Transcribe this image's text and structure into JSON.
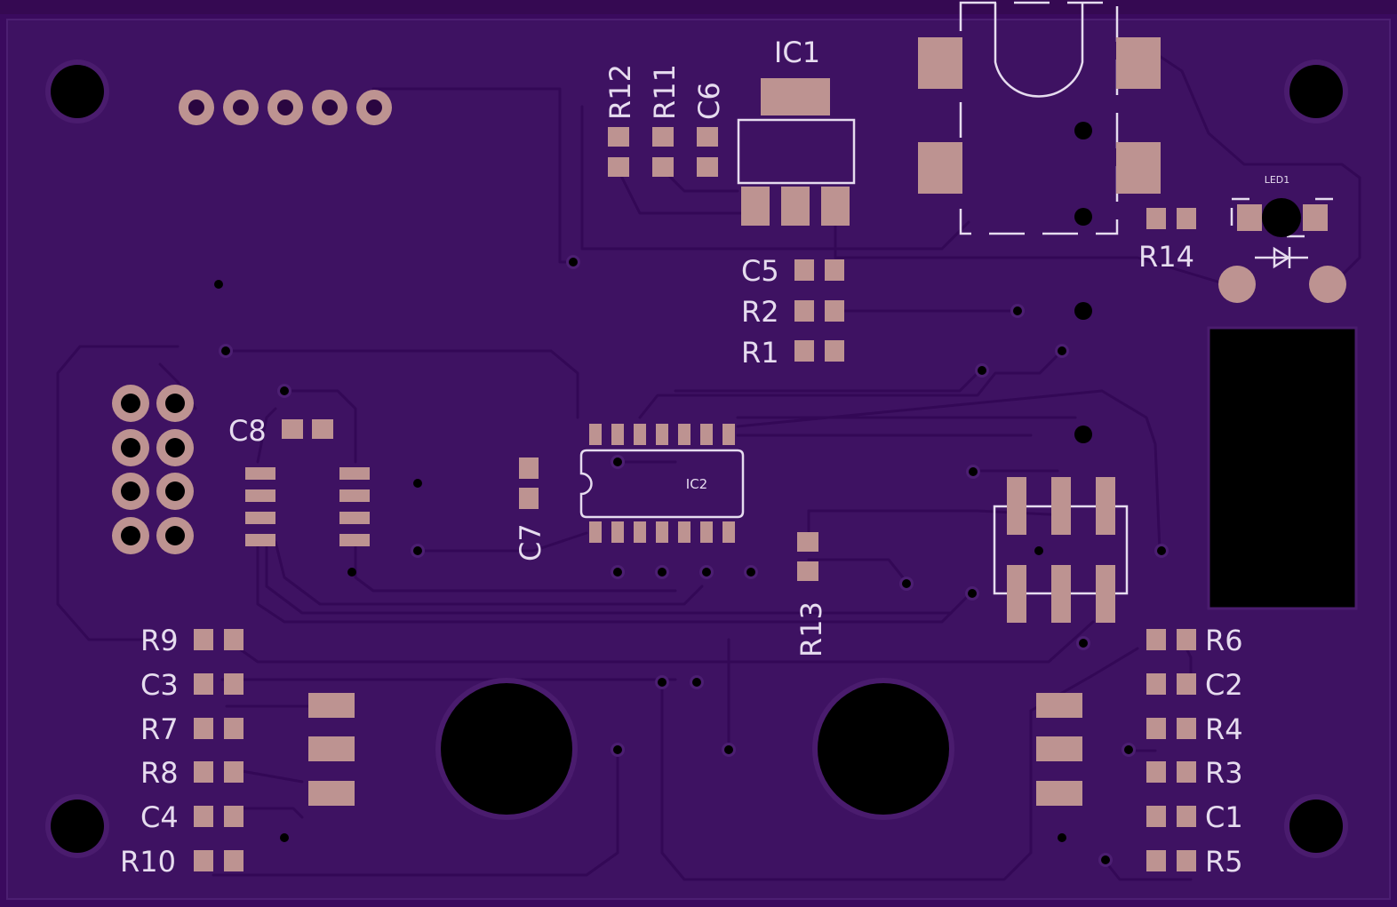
{
  "board": {
    "colors": {
      "background": "#3a0a5e",
      "board": "#3e1262",
      "trace": "#340957",
      "trace_edge": "#4c1f72",
      "pad": "#bd9391",
      "silkscreen": "#e6dcef",
      "hole": "#000000"
    },
    "ic_labels": {
      "ic1": "IC1",
      "ic2": "IC2",
      "led1": "LED1"
    },
    "labels": {
      "r12": "R12",
      "r11": "R11",
      "c6": "C6",
      "c5": "C5",
      "r2": "R2",
      "r1": "R1",
      "r14": "R14",
      "c8": "C8",
      "c7": "C7",
      "r13": "R13",
      "r9": "R9",
      "c3": "C3",
      "r7": "R7",
      "r8": "R8",
      "c4": "C4",
      "r10": "R10",
      "r6": "R6",
      "c2": "C2",
      "r4": "R4",
      "r3": "R3",
      "c1": "C1",
      "r5": "R5"
    },
    "icons": {
      "led": "diode-symbol-icon",
      "holes": "mounting-hole-icon"
    }
  }
}
